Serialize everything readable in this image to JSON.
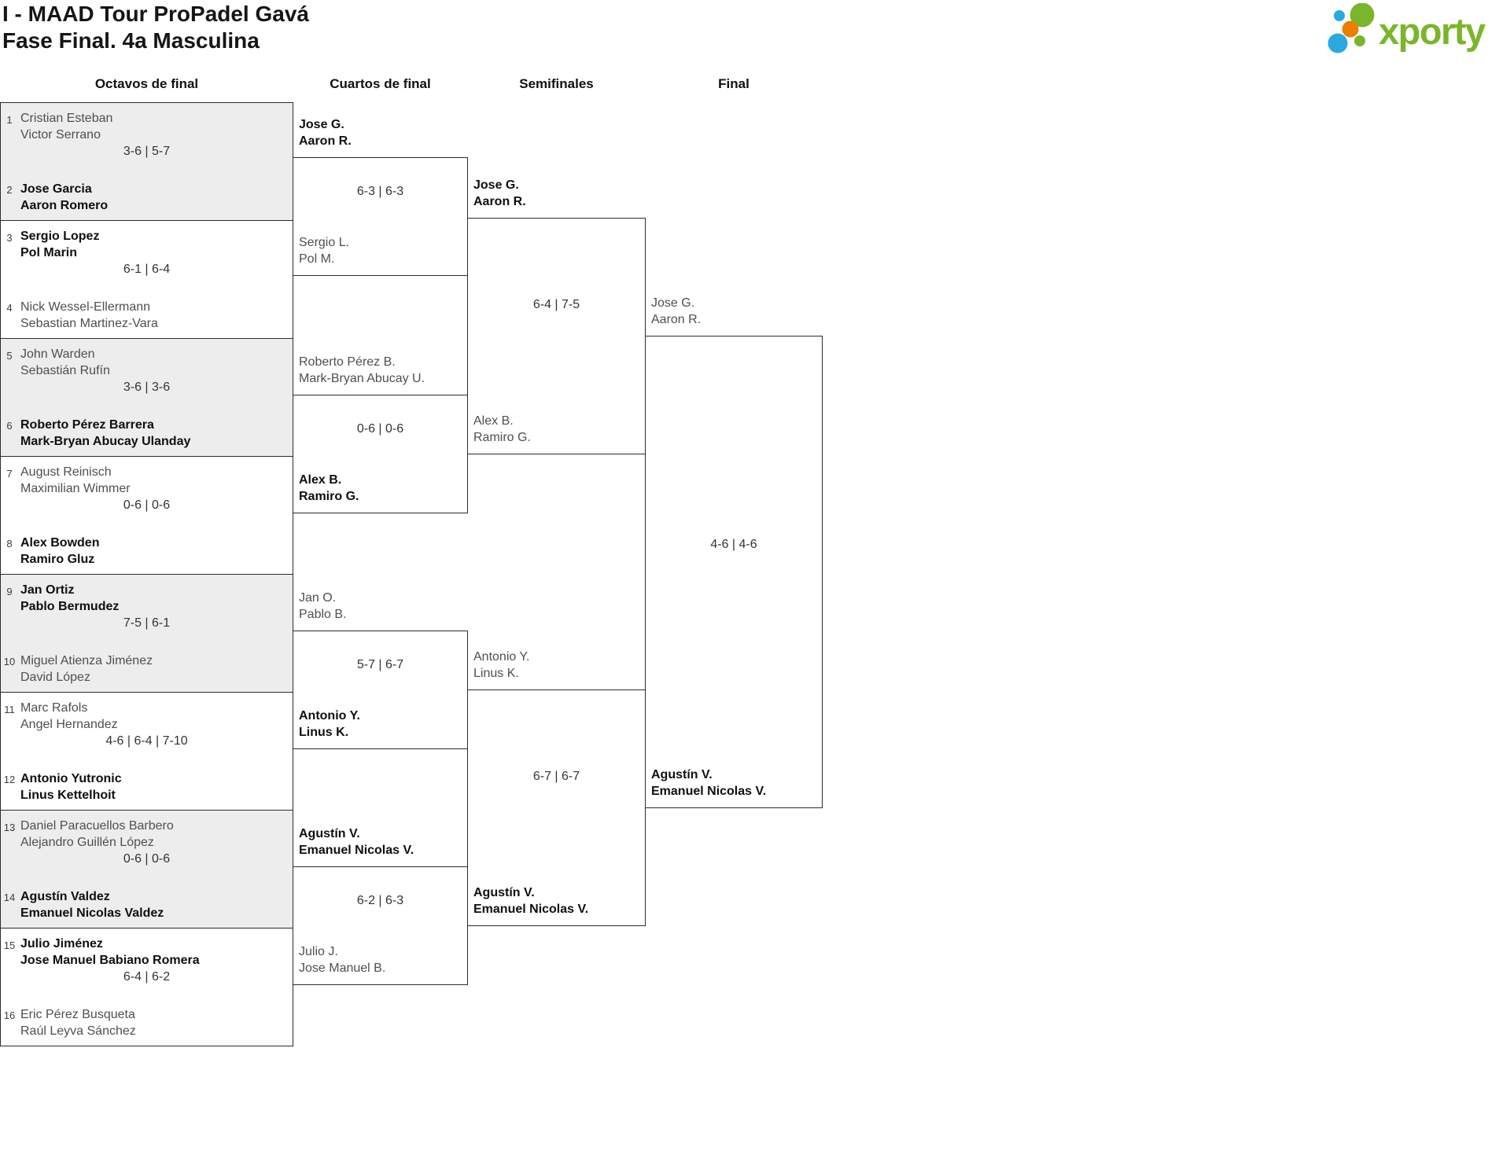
{
  "header": {
    "title_line1": "I - MAAD Tour ProPadel Gavá",
    "title_line2": "Fase Final. 4a Masculina",
    "logo_text": "xporty"
  },
  "colors": {
    "brand_green": "#7ab62c",
    "brand_blue": "#2aa9e0",
    "brand_orange": "#ec7f00",
    "winner_text": "#0f0f0f",
    "loser_text": "#4f4f4f",
    "box_border": "#2c2c2c",
    "box_fill_alt": "#ededed"
  },
  "columns": [
    "Octavos de final",
    "Cuartos de final",
    "Semifinales",
    "Final"
  ],
  "octavos": {
    "matches": [
      {
        "seed_top": "1",
        "seed_bottom": "2",
        "top": {
          "players": [
            "Cristian Esteban",
            "Victor Serrano"
          ],
          "winner": false
        },
        "bottom": {
          "players": [
            "Jose Garcia",
            "Aaron Romero"
          ],
          "winner": true
        },
        "score": "3-6 | 5-7"
      },
      {
        "seed_top": "3",
        "seed_bottom": "4",
        "top": {
          "players": [
            "Sergio Lopez",
            "Pol Marin"
          ],
          "winner": true
        },
        "bottom": {
          "players": [
            "Nick Wessel-Ellermann",
            "Sebastian Martinez-Vara"
          ],
          "winner": false
        },
        "score": "6-1 | 6-4"
      },
      {
        "seed_top": "5",
        "seed_bottom": "6",
        "top": {
          "players": [
            "John Warden",
            "Sebastián Rufín"
          ],
          "winner": false
        },
        "bottom": {
          "players": [
            "Roberto Pérez Barrera",
            "Mark-Bryan Abucay Ulanday"
          ],
          "winner": true
        },
        "score": "3-6 | 3-6"
      },
      {
        "seed_top": "7",
        "seed_bottom": "8",
        "top": {
          "players": [
            "August Reinisch",
            "Maximilian Wimmer"
          ],
          "winner": false
        },
        "bottom": {
          "players": [
            "Alex Bowden",
            "Ramiro Gluz"
          ],
          "winner": true
        },
        "score": "0-6 | 0-6"
      },
      {
        "seed_top": "9",
        "seed_bottom": "10",
        "top": {
          "players": [
            "Jan Ortiz",
            "Pablo Bermudez"
          ],
          "winner": true
        },
        "bottom": {
          "players": [
            "Miguel Atienza Jiménez",
            "David López"
          ],
          "winner": false
        },
        "score": "7-5 | 6-1"
      },
      {
        "seed_top": "11",
        "seed_bottom": "12",
        "top": {
          "players": [
            "Marc Rafols",
            "Angel Hernandez"
          ],
          "winner": false
        },
        "bottom": {
          "players": [
            "Antonio Yutronic",
            "Linus Kettelhoit"
          ],
          "winner": true
        },
        "score": "4-6 | 6-4 | 7-10"
      },
      {
        "seed_top": "13",
        "seed_bottom": "14",
        "top": {
          "players": [
            "Daniel Paracuellos Barbero",
            "Alejandro Guillén López"
          ],
          "winner": false
        },
        "bottom": {
          "players": [
            "Agustín Valdez",
            "Emanuel Nicolas Valdez"
          ],
          "winner": true
        },
        "score": "0-6 | 0-6"
      },
      {
        "seed_top": "15",
        "seed_bottom": "16",
        "top": {
          "players": [
            "Julio Jiménez",
            "Jose Manuel Babiano Romera"
          ],
          "winner": true
        },
        "bottom": {
          "players": [
            "Eric Pérez Busqueta",
            "Raúl Leyva Sánchez"
          ],
          "winner": false
        },
        "score": "6-4 | 6-2"
      }
    ]
  },
  "cuartos": {
    "matches": [
      {
        "top": {
          "players": [
            "Jose G.",
            "Aaron R."
          ],
          "winner": true
        },
        "bottom": {
          "players": [
            "Sergio L.",
            "Pol M."
          ],
          "winner": false
        },
        "score": "6-3 | 6-3"
      },
      {
        "top": {
          "players": [
            "Roberto Pérez B.",
            "Mark-Bryan Abucay U."
          ],
          "winner": false
        },
        "bottom": {
          "players": [
            "Alex B.",
            "Ramiro G."
          ],
          "winner": true
        },
        "score": "0-6 | 0-6"
      },
      {
        "top": {
          "players": [
            "Jan O.",
            "Pablo B."
          ],
          "winner": false
        },
        "bottom": {
          "players": [
            "Antonio Y.",
            "Linus K."
          ],
          "winner": true
        },
        "score": "5-7 | 6-7"
      },
      {
        "top": {
          "players": [
            "Agustín V.",
            "Emanuel Nicolas V."
          ],
          "winner": true
        },
        "bottom": {
          "players": [
            "Julio J.",
            "Jose Manuel B."
          ],
          "winner": false
        },
        "score": "6-2 | 6-3"
      }
    ]
  },
  "semifinales": {
    "matches": [
      {
        "top": {
          "players": [
            "Jose G.",
            "Aaron R."
          ],
          "winner": true
        },
        "bottom": {
          "players": [
            "Alex B.",
            "Ramiro G."
          ],
          "winner": false
        },
        "score": "6-4 | 7-5"
      },
      {
        "top": {
          "players": [
            "Antonio Y.",
            "Linus K."
          ],
          "winner": false
        },
        "bottom": {
          "players": [
            "Agustín V.",
            "Emanuel Nicolas V."
          ],
          "winner": true
        },
        "score": "6-7 | 6-7"
      }
    ]
  },
  "final": {
    "match": {
      "top": {
        "players": [
          "Jose G.",
          "Aaron R."
        ],
        "winner": false
      },
      "bottom": {
        "players": [
          "Agustín V.",
          "Emanuel Nicolas V."
        ],
        "winner": true
      },
      "score": "4-6 | 4-6"
    }
  }
}
